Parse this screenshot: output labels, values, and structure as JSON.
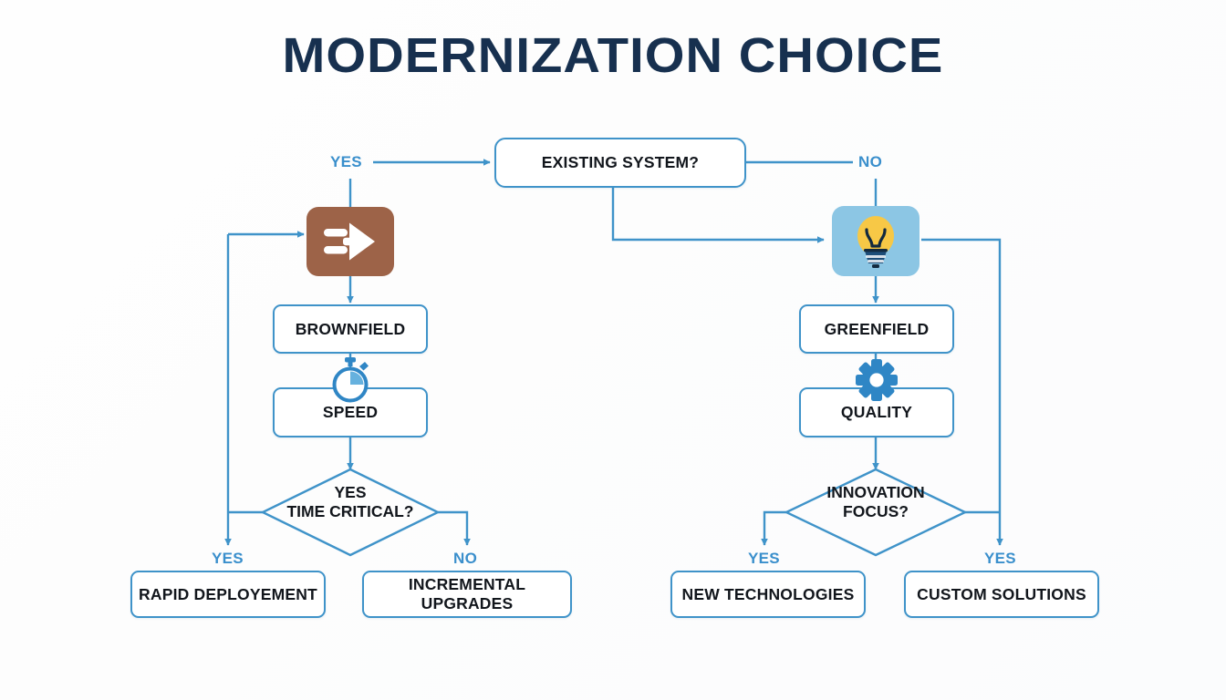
{
  "page": {
    "title": "MODERNIZATION CHOICE",
    "background_color": "#ffffff"
  },
  "colors": {
    "title_navy": "#17304f",
    "connector_blue": "#3f93c9",
    "label_blue": "#3a8fcc",
    "node_border": "#3f93c9",
    "node_text": "#12161c",
    "brown_tile": "#9d6348",
    "sky_tile": "#8cc6e4",
    "bulb_yellow": "#f7c846"
  },
  "flow": {
    "decision_root": {
      "label": "EXISTING SYSTEM?"
    },
    "branch_labels": {
      "root_yes": "YES",
      "root_no": "NO"
    },
    "left_track": {
      "icon_name": "migration-arrow-icon",
      "stage": "BROWNFIELD",
      "criterion": "SPEED",
      "criterion_icon": "stopwatch-icon",
      "decision_line1": "YES",
      "decision_line2": "TIME CRITICAL?",
      "yes_label": "YES",
      "no_label": "NO",
      "outcome_yes": "RAPID DEPLOYEMENT",
      "outcome_no": "INCREMENTAL UPGRADES"
    },
    "right_track": {
      "icon_name": "lightbulb-icon",
      "stage": "GREENFIELD",
      "criterion": "QUALITY",
      "criterion_icon": "gear-icon",
      "decision_line1": "INNOVATION",
      "decision_line2": "FOCUS?",
      "yes_label_left": "YES",
      "yes_label_right": "YES",
      "outcome_left": "NEW TECHNOLOGIES",
      "outcome_right": "CUSTOM SOLUTIONS"
    }
  }
}
